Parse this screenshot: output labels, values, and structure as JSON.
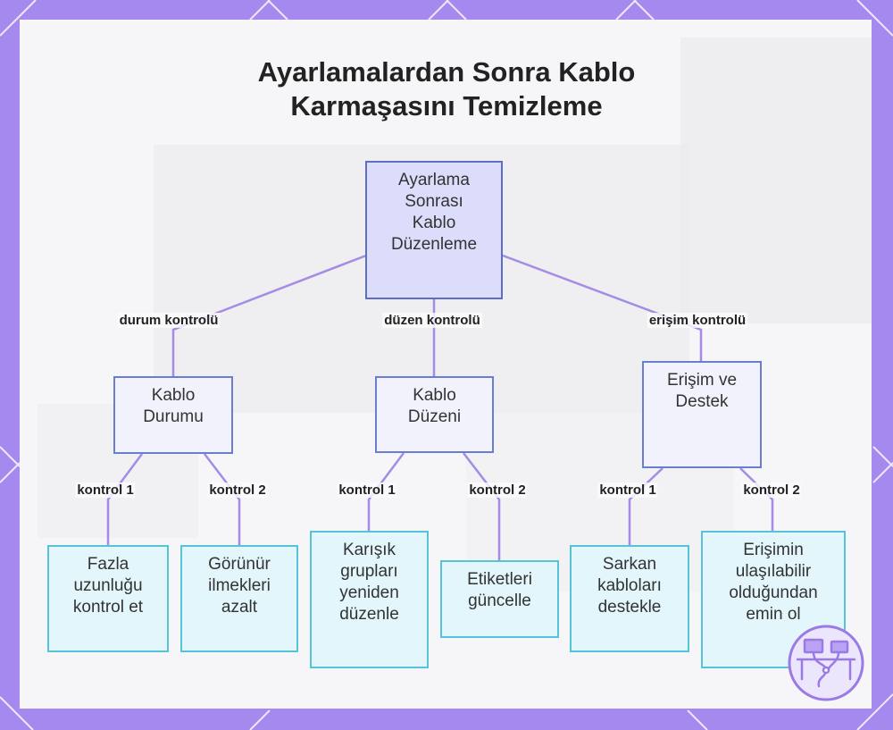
{
  "diagram": {
    "title_lines": [
      "Ayarlamalardan Sonra Kablo",
      "Karmaşasını Temizleme"
    ],
    "root": {
      "lines": [
        "Ayarlama",
        "Sonrası",
        "Kablo",
        "Düzenleme"
      ]
    },
    "branches": [
      {
        "edge_label": "durum kontrolü",
        "lines": [
          "Kablo",
          "Durumu"
        ],
        "children": [
          {
            "edge_label": "kontrol 1",
            "lines": [
              "Fazla",
              "uzunluğu",
              "kontrol et"
            ]
          },
          {
            "edge_label": "kontrol 2",
            "lines": [
              "Görünür",
              "ilmekleri",
              "azalt"
            ]
          }
        ]
      },
      {
        "edge_label": "düzen kontrolü",
        "lines": [
          "Kablo",
          "Düzeni"
        ],
        "children": [
          {
            "edge_label": "kontrol 1",
            "lines": [
              "Karışık",
              "grupları",
              "yeniden",
              "düzenle"
            ]
          },
          {
            "edge_label": "kontrol 2",
            "lines": [
              "Etiketleri",
              "güncelle"
            ]
          }
        ]
      },
      {
        "edge_label": "erişim kontrolü",
        "lines": [
          "Erişim ve",
          "Destek"
        ],
        "children": [
          {
            "edge_label": "kontrol 1",
            "lines": [
              "Sarkan",
              "kabloları",
              "destekle"
            ]
          },
          {
            "edge_label": "kontrol 2",
            "lines": [
              "Erişimin",
              "ulaşılabilir",
              "olduğundan",
              "emin ol"
            ]
          }
        ]
      }
    ]
  },
  "colors": {
    "frame": "#a689ee",
    "connector": "#a48be6",
    "root_fill": "#dcdcfb",
    "leaf_fill": "#e2f6fb",
    "leaf_border": "#56c3d8"
  },
  "logo": {
    "icon": "cable-desk-icon"
  }
}
